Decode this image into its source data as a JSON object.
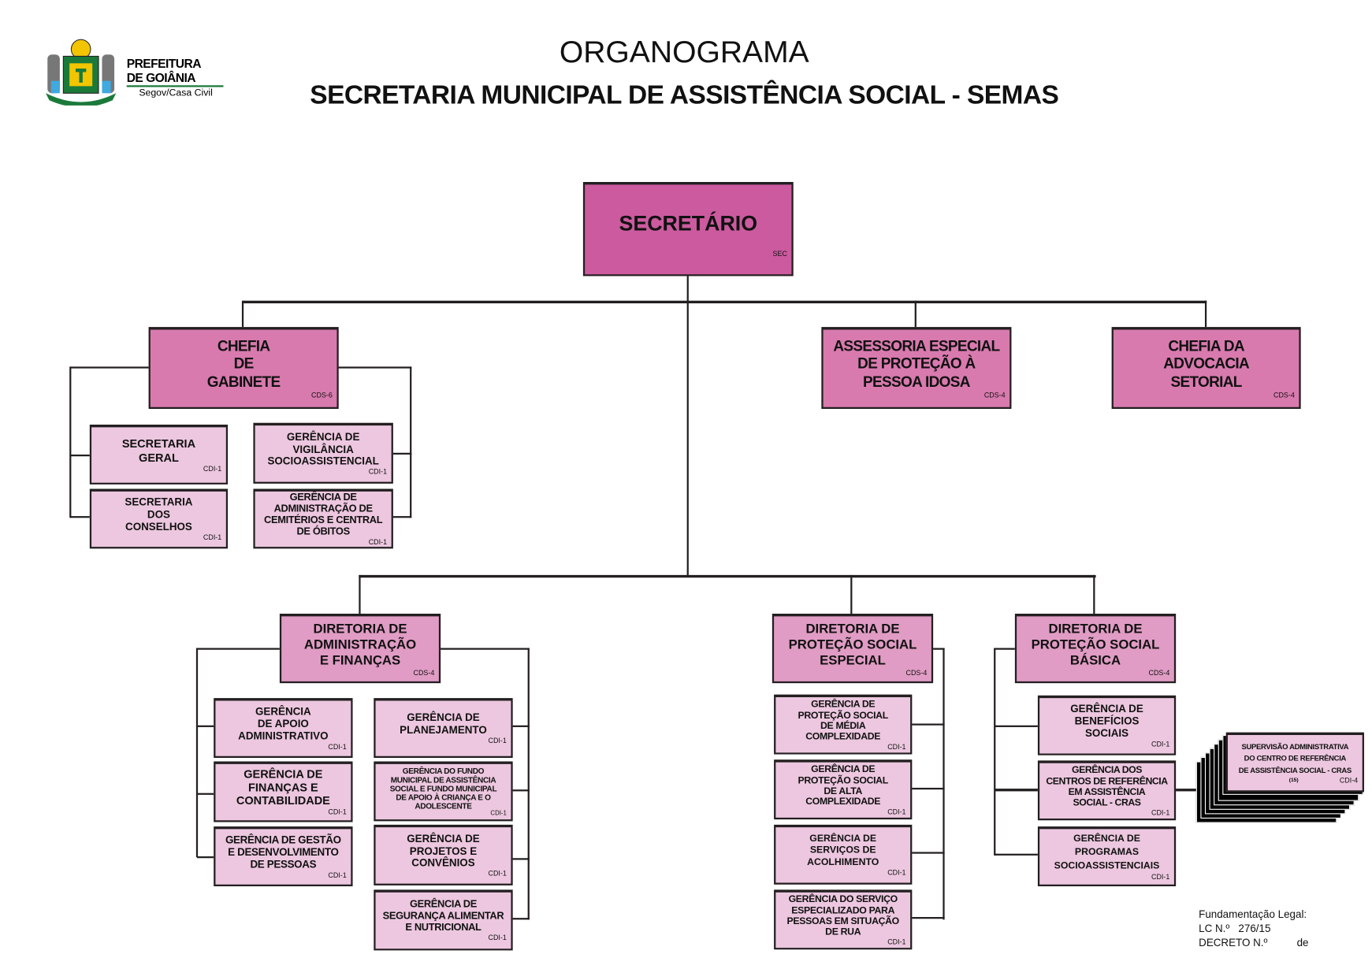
{
  "header": {
    "logo_line1": "PREFEITURA",
    "logo_line2": "DE GOIÂNIA",
    "logo_line3": "Segov/Casa Civil",
    "title": "ORGANOGRAMA",
    "subtitle": "SECRETARIA MUNICIPAL DE ASSISTÊNCIA SOCIAL - SEMAS"
  },
  "colors": {
    "secretario": "#cc5a9f",
    "level2": "#d87aae",
    "diretoria": "#e09cc4",
    "gerencia": "#ecc7df"
  },
  "secretario": {
    "title": "SECRETÁRIO",
    "code": "SEC"
  },
  "chefia_gabinete": {
    "title": "CHEFIA\nDE\nGABINETE",
    "code": "CDS-6"
  },
  "assessoria": {
    "title": "ASSESSORIA ESPECIAL\nDE PROTEÇÃO À\nPESSOA IDOSA",
    "code": "CDS-4"
  },
  "advocacia": {
    "title": "CHEFIA DA\nADVOCACIA\nSETORIAL",
    "code": "CDS-4"
  },
  "gabinete_units": [
    {
      "title": "SECRETARIA\nGERAL",
      "code": "CDI-1"
    },
    {
      "title": "SECRETARIA\nDOS\nCONSELHOS",
      "code": "CDI-1"
    },
    {
      "title": "GERÊNCIA DE\nVIGILÂNCIA\nSOCIOASSISTENCIAL",
      "code": "CDI-1"
    },
    {
      "title": "GERÊNCIA DE\nADMINISTRAÇÃO DE\nCEMITÉRIOS E CENTRAL\nDE ÓBITOS",
      "code": "CDI-1"
    }
  ],
  "dir_adm": {
    "title": "DIRETORIA DE\nADMINISTRAÇÃO\nE FINANÇAS",
    "code": "CDS-4",
    "units": [
      {
        "title": "GERÊNCIA\nDE APOIO\nADMINISTRATIVO",
        "code": "CDI-1"
      },
      {
        "title": "GERÊNCIA DE\nFINANÇAS E\nCONTABILIDADE",
        "code": "CDI-1"
      },
      {
        "title": "GERÊNCIA DE GESTÃO\nE DESENVOLVIMENTO\nDE PESSOAS",
        "code": "CDI-1"
      },
      {
        "title": "GERÊNCIA DE\nPLANEJAMENTO",
        "code": "CDI-1"
      },
      {
        "title": "GERÊNCIA DO FUNDO\nMUNICIPAL DE ASSISTÊNCIA\nSOCIAL E FUNDO MUNICIPAL\nDE APOIO À CRIANÇA E O\nADOLESCENTE",
        "code": "CDI-1"
      },
      {
        "title": "GERÊNCIA DE\nPROJETOS E\nCONVÊNIOS",
        "code": "CDI-1"
      },
      {
        "title": "GERÊNCIA DE\nSEGURANÇA ALIMENTAR\nE NUTRICIONAL",
        "code": "CDI-1"
      }
    ]
  },
  "dir_especial": {
    "title": "DIRETORIA DE\nPROTEÇÃO SOCIAL\nESPECIAL",
    "code": "CDS-4",
    "units": [
      {
        "title": "GERÊNCIA DE\nPROTEÇÃO SOCIAL\nDE MÉDIA\nCOMPLEXIDADE",
        "code": "CDI-1"
      },
      {
        "title": "GERÊNCIA DE\nPROTEÇÃO SOCIAL\nDE ALTA\nCOMPLEXIDADE",
        "code": "CDI-1"
      },
      {
        "title": "GERÊNCIA DE\nSERVIÇOS DE\nACOLHIMENTO",
        "code": "CDI-1"
      },
      {
        "title": "GERÊNCIA DO SERVIÇO\nESPECIALIZADO PARA\nPESSOAS EM SITUAÇÃO\nDE RUA",
        "code": "CDI-1"
      }
    ]
  },
  "dir_basica": {
    "title": "DIRETORIA DE\nPROTEÇÃO SOCIAL\nBÁSICA",
    "code": "CDS-4",
    "units": [
      {
        "title": "GERÊNCIA DE\nBENEFÍCIOS\nSOCIAIS",
        "code": "CDI-1"
      },
      {
        "title": "GERÊNCIA DOS\nCENTROS DE REFERÊNCIA\nEM ASSISTÊNCIA\nSOCIAL - CRAS",
        "code": "CDI-1"
      },
      {
        "title": "GERÊNCIA DE\nPROGRAMAS\nSOCIOASSISTENCIAIS",
        "code": "CDI-1"
      }
    ]
  },
  "cras_supervisao": {
    "title": "SUPERVISÃO ADMINISTRATIVA\nDO CENTRO DE REFERÊNCIA\nDE ASSISTÊNCIA SOCIAL - CRAS",
    "count": "(15)",
    "code": "CDI-4"
  },
  "footer": {
    "line1": "Fundamentação Legal:",
    "line2": "LC N.º   276/15",
    "line3": "DECRETO N.º          de"
  }
}
